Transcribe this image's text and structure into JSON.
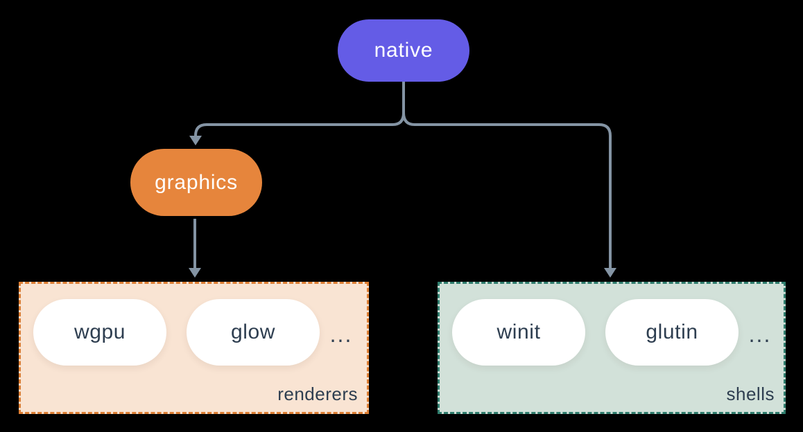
{
  "colors": {
    "background": "#000000",
    "native_fill": "#645ce6",
    "graphics_fill": "#e6853c",
    "renderers_fill": "#f9e4d3",
    "renderers_border": "#dd7e33",
    "shells_fill": "#d2e1d9",
    "shells_border": "#2f7d6d",
    "pill_fill": "#ffffff",
    "pill_text": "#2e3e50",
    "node_text": "#ffffff",
    "connector": "#8494a4"
  },
  "diagram": {
    "nodes": {
      "native": {
        "label": "native"
      },
      "graphics": {
        "label": "graphics"
      }
    },
    "groups": [
      {
        "label": "renderers",
        "items": [
          "wgpu",
          "glow"
        ],
        "ellipsis": "..."
      },
      {
        "label": "shells",
        "items": [
          "winit",
          "glutin"
        ],
        "ellipsis": "..."
      }
    ]
  }
}
